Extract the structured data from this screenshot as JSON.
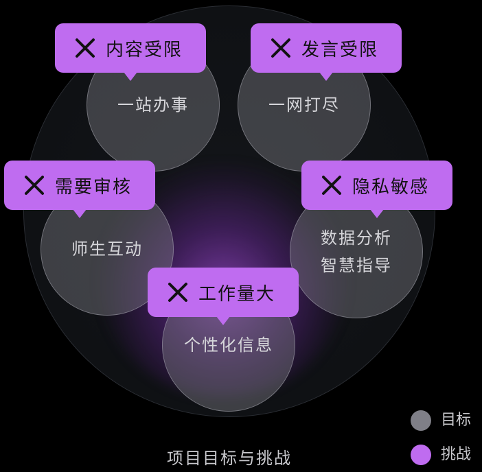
{
  "caption": "项目目标与挑战",
  "colors": {
    "goal": "#7f7f87",
    "challenge": "#bf6cf0",
    "background": "#000000"
  },
  "goals": [
    {
      "label": "一站办事"
    },
    {
      "label": "一网打尽"
    },
    {
      "label": "师生互动"
    },
    {
      "label": "数据分析\n智慧指导"
    },
    {
      "label": "个性化信息"
    }
  ],
  "challenges": [
    {
      "icon": "cross-icon",
      "label": "内容受限"
    },
    {
      "icon": "cross-icon",
      "label": "发言受限"
    },
    {
      "icon": "cross-icon",
      "label": "需要审核"
    },
    {
      "icon": "cross-icon",
      "label": "隐私敏感"
    },
    {
      "icon": "cross-icon",
      "label": "工作量大"
    }
  ],
  "legend": [
    {
      "label": "目标",
      "color": "#7f7f87"
    },
    {
      "label": "挑战",
      "color": "#bf6cf0"
    }
  ]
}
